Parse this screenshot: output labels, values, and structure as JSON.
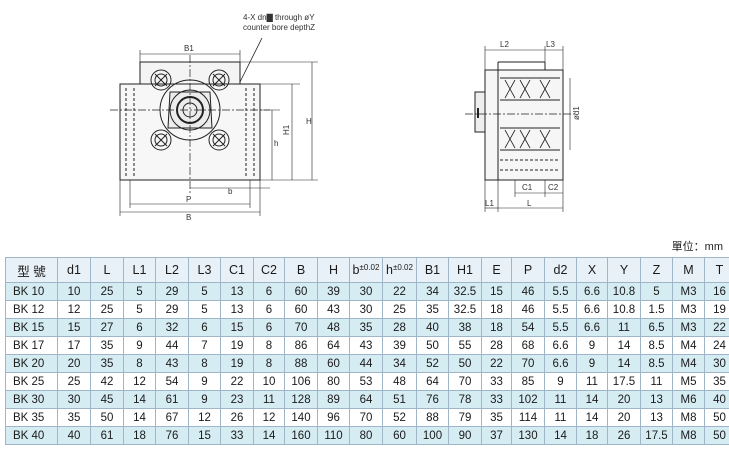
{
  "drawing": {
    "callout_line1": "4-X dn▇ through øY",
    "callout_line2": "counter bore depthZ",
    "front": {
      "B1": "B1",
      "h": "h",
      "H1": "H1",
      "H": "H",
      "b": "b",
      "P": "P",
      "B": "B"
    },
    "side": {
      "L2": "L2",
      "L3": "L3",
      "d1": "ød1",
      "C1": "C1",
      "C2": "C2",
      "L1": "L1",
      "L": "L"
    }
  },
  "unit_label": "單位：mm",
  "table": {
    "headers": [
      "型 號",
      "d1",
      "L",
      "L1",
      "L2",
      "L3",
      "C1",
      "C2",
      "B",
      "H",
      "b",
      "h",
      "B1",
      "H1",
      "E",
      "P",
      "d2",
      "X",
      "Y",
      "Z",
      "M",
      "T"
    ],
    "tolerance_b": "±0.02",
    "tolerance_h": "±0.02",
    "rows": [
      [
        "BK 10",
        "10",
        "25",
        "5",
        "29",
        "5",
        "13",
        "6",
        "60",
        "39",
        "30",
        "22",
        "34",
        "32.5",
        "15",
        "46",
        "5.5",
        "6.6",
        "10.8",
        "5",
        "M3",
        "16"
      ],
      [
        "BK 12",
        "12",
        "25",
        "5",
        "29",
        "5",
        "13",
        "6",
        "60",
        "43",
        "30",
        "25",
        "35",
        "32.5",
        "18",
        "46",
        "5.5",
        "6.6",
        "10.8",
        "1.5",
        "M3",
        "19"
      ],
      [
        "BK 15",
        "15",
        "27",
        "6",
        "32",
        "6",
        "15",
        "6",
        "70",
        "48",
        "35",
        "28",
        "40",
        "38",
        "18",
        "54",
        "5.5",
        "6.6",
        "11",
        "6.5",
        "M3",
        "22"
      ],
      [
        "BK 17",
        "17",
        "35",
        "9",
        "44",
        "7",
        "19",
        "8",
        "86",
        "64",
        "43",
        "39",
        "50",
        "55",
        "28",
        "68",
        "6.6",
        "9",
        "14",
        "8.5",
        "M4",
        "24"
      ],
      [
        "BK 20",
        "20",
        "35",
        "8",
        "43",
        "8",
        "19",
        "8",
        "88",
        "60",
        "44",
        "34",
        "52",
        "50",
        "22",
        "70",
        "6.6",
        "9",
        "14",
        "8.5",
        "M4",
        "30"
      ],
      [
        "BK 25",
        "25",
        "42",
        "12",
        "54",
        "9",
        "22",
        "10",
        "106",
        "80",
        "53",
        "48",
        "64",
        "70",
        "33",
        "85",
        "9",
        "11",
        "17.5",
        "11",
        "M5",
        "35"
      ],
      [
        "BK 30",
        "30",
        "45",
        "14",
        "61",
        "9",
        "23",
        "11",
        "128",
        "89",
        "64",
        "51",
        "76",
        "78",
        "33",
        "102",
        "11",
        "14",
        "20",
        "13",
        "M6",
        "40"
      ],
      [
        "BK 35",
        "35",
        "50",
        "14",
        "67",
        "12",
        "26",
        "12",
        "140",
        "96",
        "70",
        "52",
        "88",
        "79",
        "35",
        "114",
        "11",
        "14",
        "20",
        "13",
        "M8",
        "50"
      ],
      [
        "BK 40",
        "40",
        "61",
        "18",
        "76",
        "15",
        "33",
        "14",
        "160",
        "110",
        "80",
        "60",
        "100",
        "90",
        "37",
        "130",
        "14",
        "18",
        "26",
        "17.5",
        "M8",
        "50"
      ]
    ]
  }
}
